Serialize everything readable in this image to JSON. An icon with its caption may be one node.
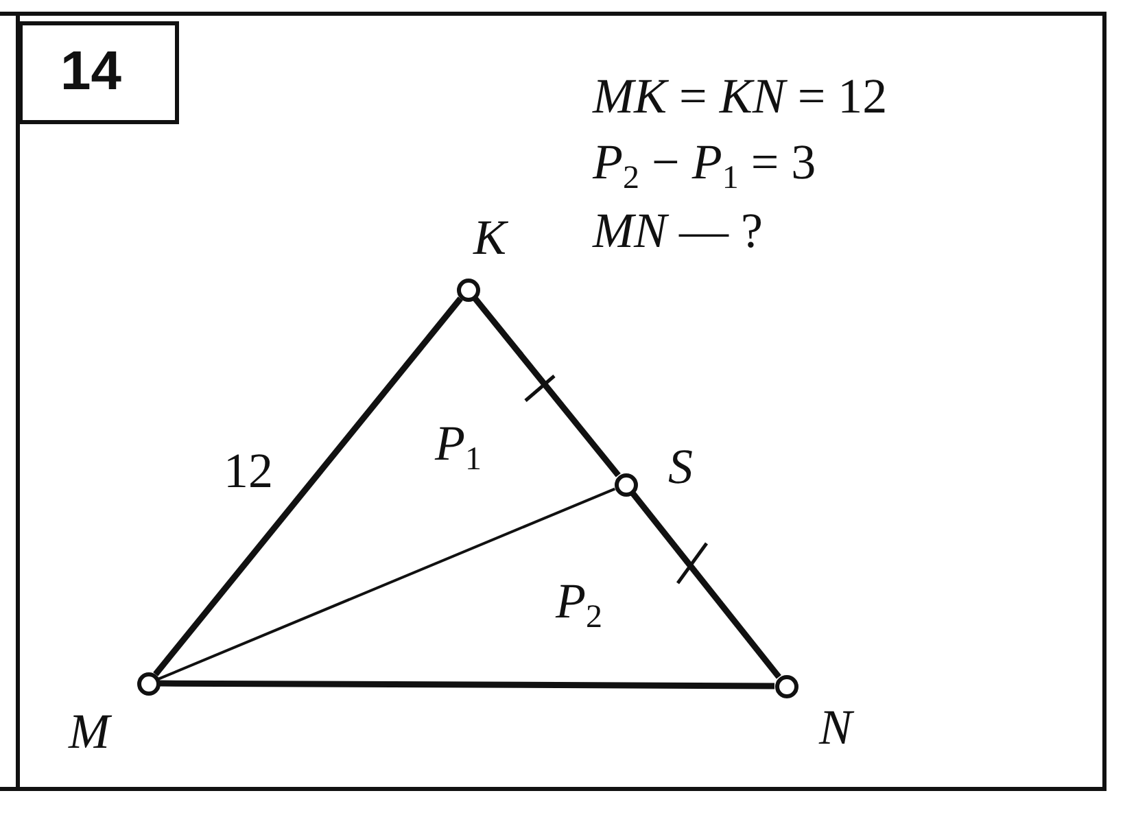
{
  "diagram": {
    "nodes": [
      {
        "text": [],
        "shape": "circle",
        "beside": [
          "K"
        ]
      },
      {
        "text": [],
        "shape": "circle",
        "beside": [
          "S"
        ]
      },
      {
        "text": [],
        "shape": "circle",
        "beside": [
          "M"
        ]
      },
      {
        "text": [],
        "shape": "circle",
        "beside": [
          "N"
        ]
      }
    ],
    "edges": [
      {
        "from": 2,
        "to": 0,
        "arrow": "none",
        "label": "12"
      },
      {
        "from": 0,
        "to": 1,
        "arrow": "none"
      },
      {
        "from": 1,
        "to": 3,
        "arrow": "none"
      },
      {
        "from": 2,
        "to": 3,
        "arrow": "none"
      },
      {
        "from": 2,
        "to": 1,
        "arrow": "none"
      }
    ],
    "labels": [
      "14",
      "*MK* = *KN* = 12",
      "*P*$_{2}$ − *P*$_{1}$ = 3",
      "*MN* — ?",
      "*P*$_{1}$",
      "*P*$_{2}$"
    ]
  }
}
